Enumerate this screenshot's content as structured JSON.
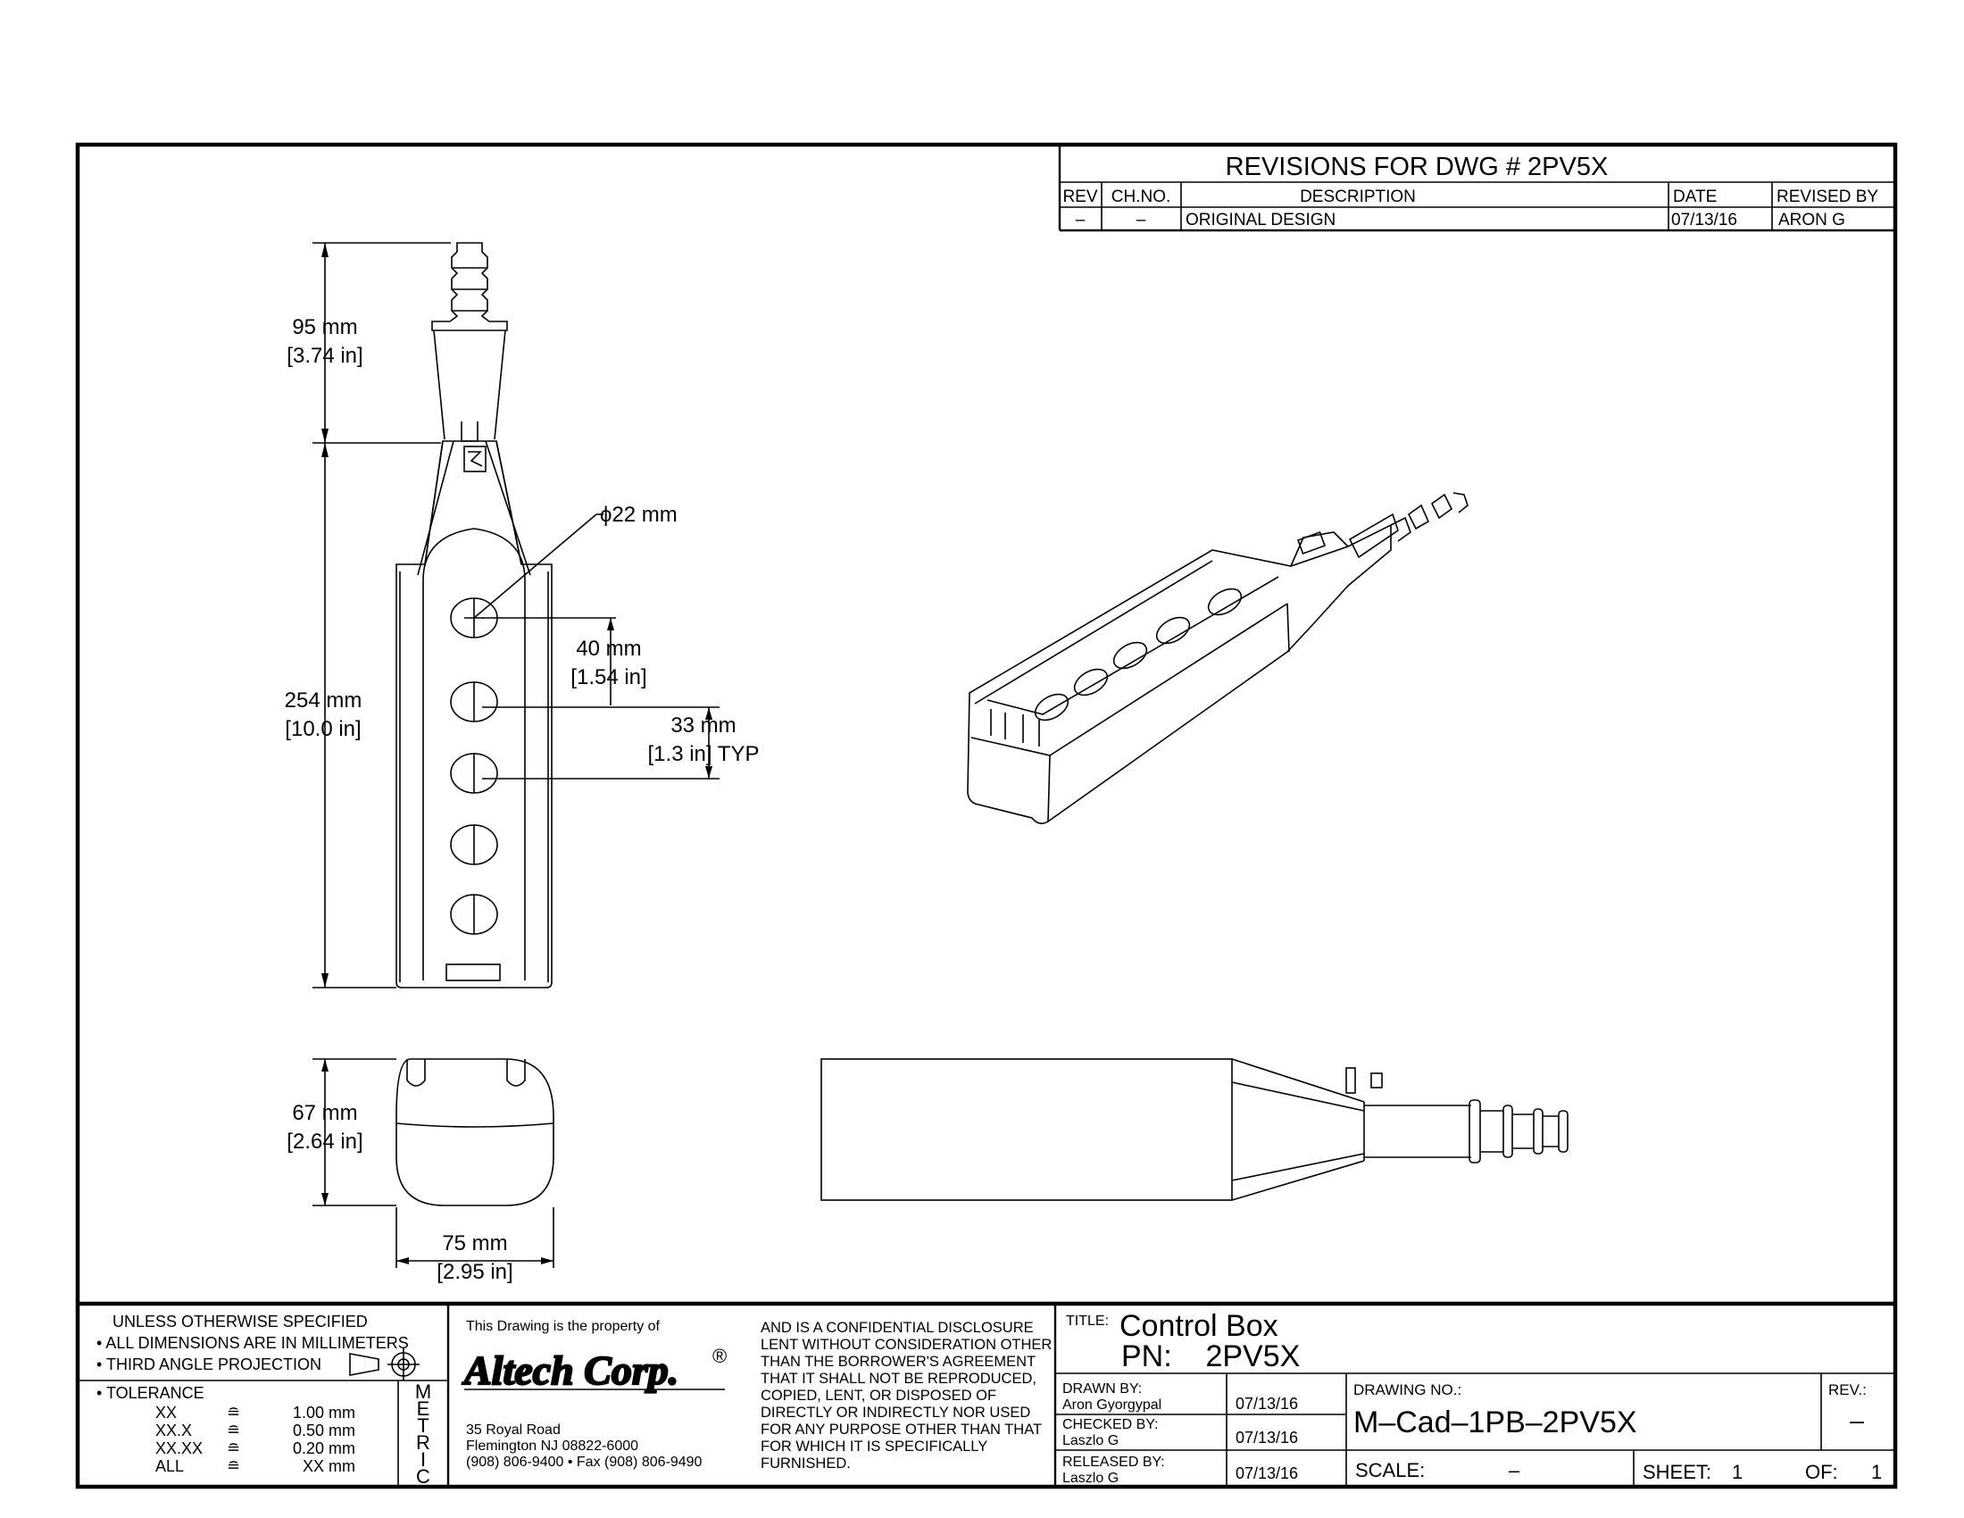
{
  "revisions": {
    "title": "REVISIONS FOR DWG # 2PV5X",
    "headers": {
      "rev": "REV",
      "chno": "CH.NO.",
      "description": "DESCRIPTION",
      "date": "DATE",
      "revised_by": "REVISED BY"
    },
    "rows": [
      {
        "rev": "–",
        "chno": "–",
        "description": "ORIGINAL DESIGN",
        "date": "07/13/16",
        "revised_by": "ARON G"
      }
    ]
  },
  "dimensions": {
    "cable_length": {
      "mm": "95 mm",
      "inch": "[3.74 in]"
    },
    "body_length": {
      "mm": "254 mm",
      "inch": "[10.0 in]"
    },
    "button_diameter": {
      "mm": "ϕ22 mm"
    },
    "first_button_offset": {
      "mm": "40 mm",
      "inch": "[1.54 in]"
    },
    "button_pitch": {
      "mm": "33 mm",
      "inch": "[1.3 in] TYP"
    },
    "height": {
      "mm": "67 mm",
      "inch": "[2.64 in]"
    },
    "width": {
      "mm": "75 mm",
      "inch": "[2.95 in]"
    }
  },
  "notes": {
    "unless": "UNLESS OTHERWISE SPECIFIED",
    "dims_mm": "• ALL DIMENSIONS ARE IN MILLIMETERS",
    "third_angle": "• THIRD ANGLE PROJECTION",
    "tolerance_label": "• TOLERANCE",
    "tolerances": [
      {
        "key": "XX",
        "sym": "≘",
        "val": "1.00 mm"
      },
      {
        "key": "XX.X",
        "sym": "≘",
        "val": "0.50 mm"
      },
      {
        "key": "XX.XX",
        "sym": "≘",
        "val": "0.20 mm"
      },
      {
        "key": "ALL",
        "sym": "≘",
        "val": "XX mm"
      }
    ],
    "metric_letters": [
      "M",
      "E",
      "T",
      "R",
      "I",
      "C"
    ]
  },
  "company": {
    "property_of": "This Drawing is the property of",
    "name": "Altech Corp.",
    "reg": "®",
    "address1": "35 Royal Road",
    "address2": "Flemington NJ 08822-6000",
    "phone": "(908) 806-9400 • Fax (908) 806-9490"
  },
  "confidential": [
    "AND IS A CONFIDENTIAL DISCLOSURE",
    "LENT WITHOUT CONSIDERATION OTHER",
    "THAN THE BORROWER'S AGREEMENT",
    "THAT IT SHALL NOT BE REPRODUCED,",
    "COPIED, LENT, OR DISPOSED OF",
    "DIRECTLY OR INDIRECTLY NOR USED",
    "FOR ANY PURPOSE OTHER THAN THAT",
    "FOR WHICH IT IS SPECIFICALLY",
    "FURNISHED."
  ],
  "title_block": {
    "title_label": "TITLE:",
    "title": "Control Box",
    "pn": "PN:    2PV5X",
    "drawn_by_label": "DRAWN BY:",
    "drawn_by": "Aron Gyorgypal",
    "drawn_date": "07/13/16",
    "checked_by_label": "CHECKED BY:",
    "checked_by": "Laszlo G",
    "checked_date": "07/13/16",
    "released_by_label": "RELEASED BY:",
    "released_by": "Laszlo G",
    "released_date": "07/13/16",
    "drawing_no_label": "DRAWING NO.:",
    "drawing_no": "M–Cad–1PB–2PV5X",
    "rev_label": "REV.:",
    "rev": "–",
    "scale_label": "SCALE:",
    "scale": "–",
    "sheet_label": "SHEET:",
    "sheet": "1",
    "of_label": "OF:",
    "of": "1"
  }
}
